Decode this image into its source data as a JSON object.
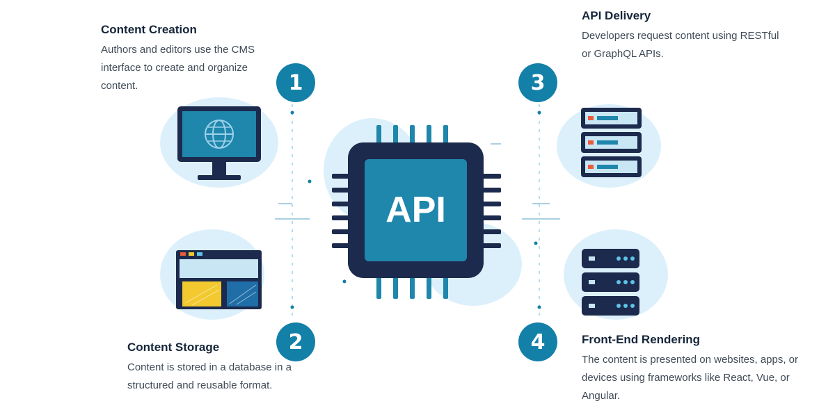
{
  "center": {
    "label": "API"
  },
  "steps": [
    {
      "number": "1",
      "title": "Content Creation",
      "description": "Authors and editors use the CMS interface to create and organize content."
    },
    {
      "number": "2",
      "title": "Content Storage",
      "description": "Content is stored in a database in a structured and reusable format."
    },
    {
      "number": "3",
      "title": "API Delivery",
      "description": "Developers request content using RESTful or GraphQL APIs."
    },
    {
      "number": "4",
      "title": "Front-End Rendering",
      "description": "The content is presented on websites, apps, or devices using frameworks like React, Vue, or Angular."
    }
  ],
  "colors": {
    "accent": "#1380a8",
    "navy": "#1c2a4d",
    "light_blue": "#dcf0fb",
    "chip_face": "#1f86ac",
    "yellow": "#f2c92e"
  },
  "icons": [
    "monitor-globe-icon",
    "browser-window-icon",
    "server-rack-icon",
    "server-stack-icon",
    "cpu-chip-icon"
  ]
}
